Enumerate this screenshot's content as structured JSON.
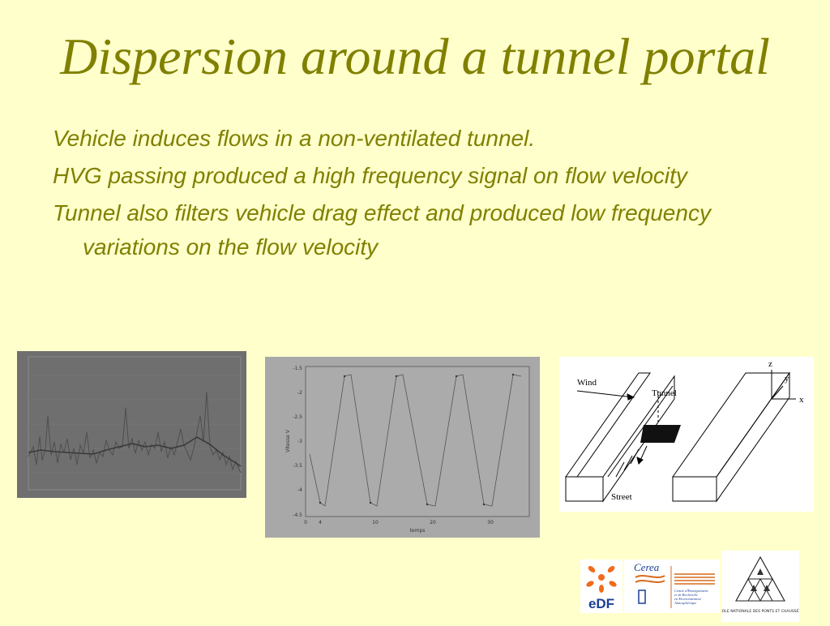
{
  "slide": {
    "title": "Dispersion around a tunnel portal",
    "bullets": [
      "Vehicle induces flows in a non-ventilated tunnel.",
      "HVG passing produced a high frequency signal on flow velocity",
      "Tunnel also filters vehicle drag effect and produced low frequency variations on the flow velocity"
    ]
  },
  "figure_velocity": {
    "ylabel": "Vitesse V",
    "xlabel": "temps",
    "y_ticks": [
      "-1.5",
      "-2",
      "-2.5",
      "-3",
      "-3.5",
      "-4",
      "-4.5"
    ],
    "x_ticks": [
      "0",
      "4",
      "10",
      "20",
      "30"
    ]
  },
  "figure_tunnel": {
    "wind_label": "Wind",
    "tunnel_label": "Tunnel",
    "street_label": "Street",
    "axis_z": "z",
    "axis_y": "y",
    "axis_x": "x"
  },
  "logos": {
    "edf_text": "eDF",
    "cerea_text": "Cerea",
    "cerea_subtitle": [
      "Centre d'Enseignement",
      "et de Recherche",
      "en Environnement",
      "Atmosphérique"
    ],
    "enpc_text": "ÉCOLE NATIONALE DES PONTS ET CHAUSSÉES"
  }
}
